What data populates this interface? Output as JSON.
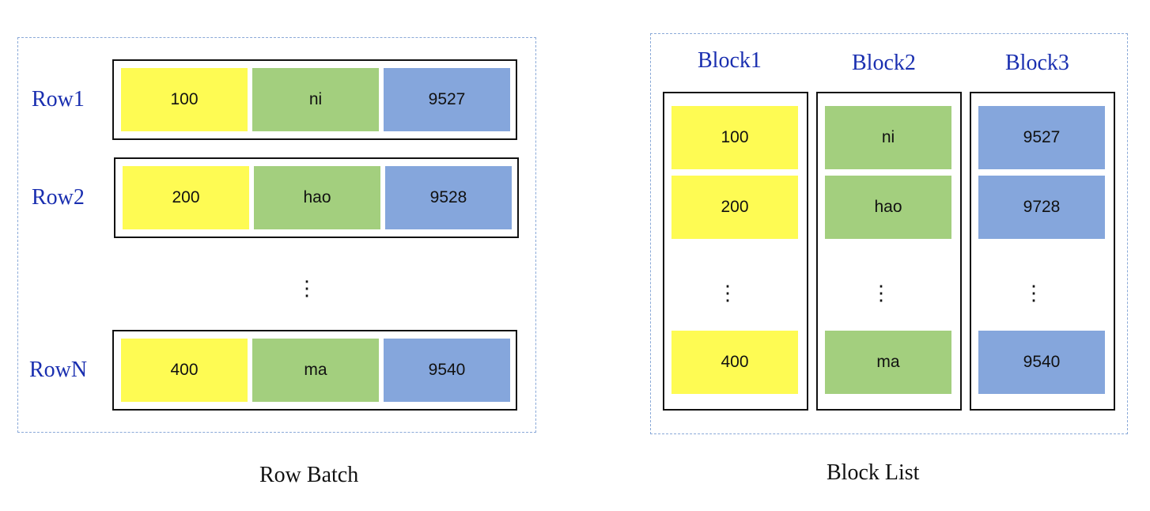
{
  "row_batch": {
    "caption": "Row Batch",
    "rows": [
      {
        "label": "Row1",
        "values": [
          "100",
          "ni",
          "9527"
        ]
      },
      {
        "label": "Row2",
        "values": [
          "200",
          "hao",
          "9528"
        ]
      },
      {
        "label": "RowN",
        "values": [
          "400",
          "ma",
          "9540"
        ]
      }
    ],
    "ellipsis": "⋮"
  },
  "block_list": {
    "caption": "Block List",
    "blocks": [
      {
        "label": "Block1",
        "values": [
          "100",
          "200",
          "400"
        ]
      },
      {
        "label": "Block2",
        "values": [
          "ni",
          "hao",
          "ma"
        ]
      },
      {
        "label": "Block3",
        "values": [
          "9527",
          "9728",
          "9540"
        ]
      }
    ],
    "ellipsis": "⋮"
  },
  "colors": {
    "col1": "#fefb53",
    "col2": "#a3cf7e",
    "col3": "#85a6dc",
    "label_text": "#1a2fb0",
    "panel_border": "#8aa9d8"
  }
}
